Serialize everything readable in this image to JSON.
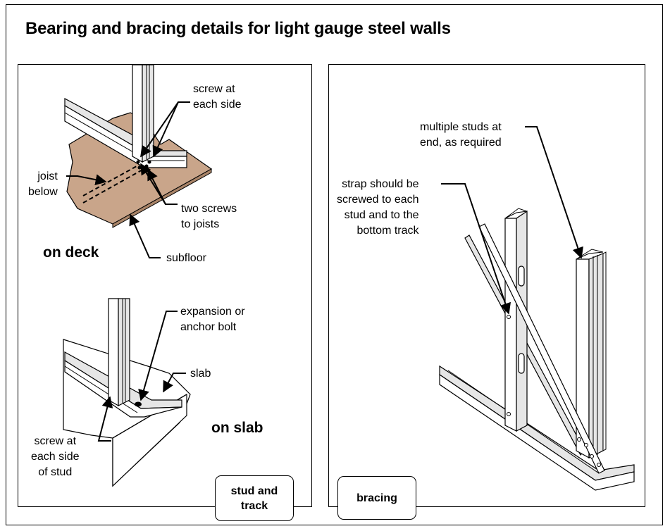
{
  "title": "Bearing and bracing details for light gauge steel walls",
  "deck_detail": {
    "heading": "on deck",
    "labels": {
      "screw_each_side": "screw at\neach side",
      "joist_below": "joist\nbelow",
      "two_screws": "two screws\nto joists",
      "subfloor": "subfloor"
    }
  },
  "slab_detail": {
    "heading": "on slab",
    "labels": {
      "expansion_bolt": "expansion or\nanchor bolt",
      "slab": "slab",
      "screw_side_of_stud": "screw at\neach side\nof stud"
    }
  },
  "bracing_detail": {
    "labels": {
      "multiple_studs": "multiple studs at\nend, as required",
      "strap": "strap should be\nscrewed to each\nstud and to the\nbottom track"
    }
  },
  "tabs": {
    "stud_and_track": "stud and\ntrack",
    "bracing": "bracing"
  },
  "colors": {
    "subfloor": "#c9a58a",
    "slab": "#ffffff",
    "steel": "#e6e6e6",
    "line": "#000000"
  }
}
